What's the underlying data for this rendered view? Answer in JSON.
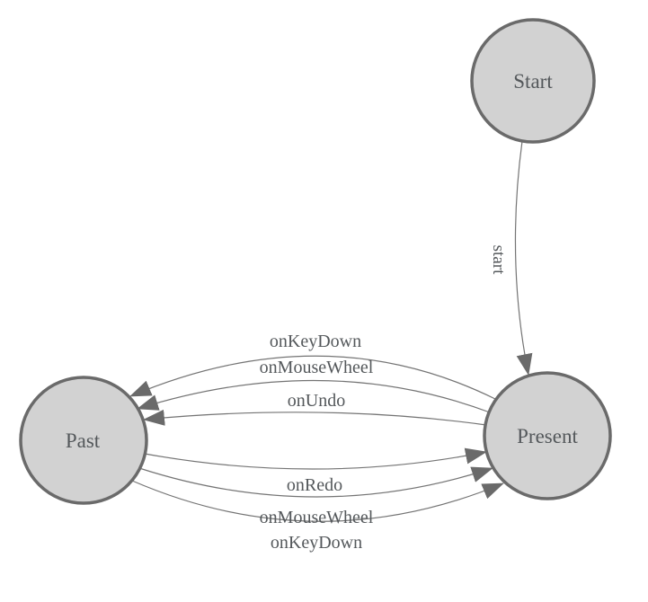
{
  "diagram": {
    "title": "state-machine-diagram",
    "colors": {
      "background": "#ffffff",
      "node_fill": "#d2d2d2",
      "node_stroke": "#6a6a6a",
      "edge_stroke": "#747474",
      "arrow_fill": "#6a6a6a",
      "text": "#54585b"
    },
    "nodes": [
      {
        "id": "start",
        "label": "Start"
      },
      {
        "id": "present",
        "label": "Present"
      },
      {
        "id": "past",
        "label": "Past"
      }
    ],
    "edges": [
      {
        "from": "start",
        "to": "present",
        "label": "start"
      },
      {
        "from": "present",
        "to": "past",
        "label": "onKeyDown"
      },
      {
        "from": "present",
        "to": "past",
        "label": "onMouseWheel"
      },
      {
        "from": "present",
        "to": "past",
        "label": "onUndo"
      },
      {
        "from": "past",
        "to": "present",
        "label": "onRedo"
      },
      {
        "from": "past",
        "to": "present",
        "label": "onMouseWheel"
      },
      {
        "from": "past",
        "to": "present",
        "label": "onKeyDown"
      }
    ]
  }
}
